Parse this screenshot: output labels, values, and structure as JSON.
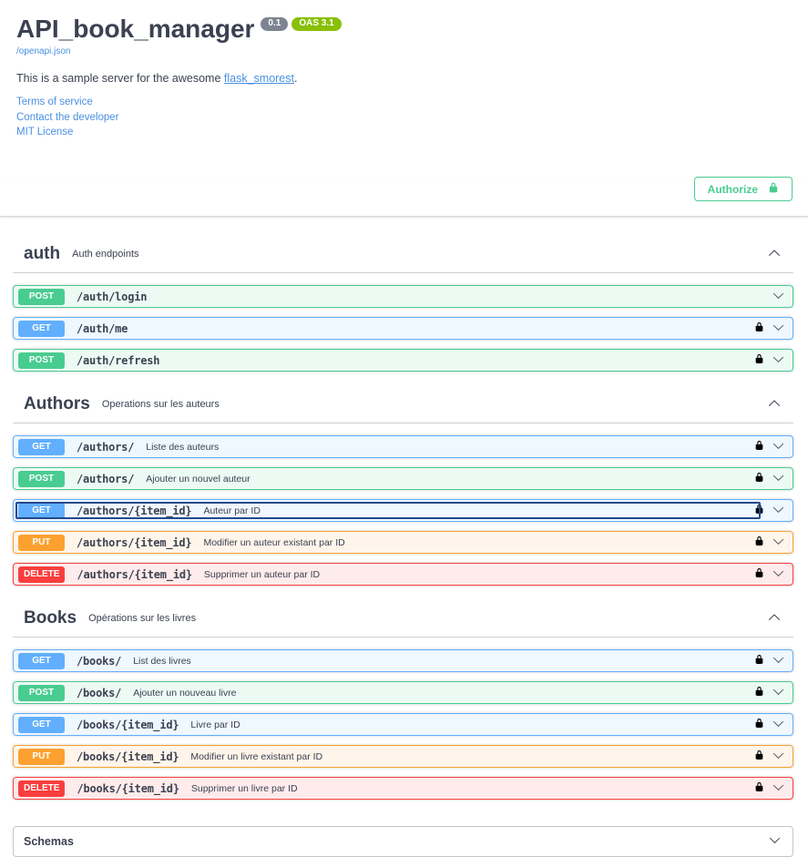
{
  "header": {
    "title": "API_book_manager",
    "version_badge": "0.1",
    "oas_badge": "OAS 3.1",
    "spec_link": "/openapi.json",
    "description_prefix": "This is a sample server for the awesome ",
    "description_link": "flask_smorest",
    "description_suffix": ".",
    "links": [
      "Terms of service",
      "Contact the developer",
      "MIT License"
    ],
    "authorize_label": "Authorize"
  },
  "sections": [
    {
      "name": "auth",
      "description": "Auth endpoints",
      "expanded": true,
      "operations": [
        {
          "method": "POST",
          "path": "/auth/login",
          "summary": "",
          "lock": false
        },
        {
          "method": "GET",
          "path": "/auth/me",
          "summary": "",
          "lock": true
        },
        {
          "method": "POST",
          "path": "/auth/refresh",
          "summary": "",
          "lock": true
        }
      ]
    },
    {
      "name": "Authors",
      "description": "Operations sur les auteurs",
      "expanded": true,
      "operations": [
        {
          "method": "GET",
          "path": "/authors/",
          "summary": "Liste des auteurs",
          "lock": true
        },
        {
          "method": "POST",
          "path": "/authors/",
          "summary": "Ajouter un nouvel auteur",
          "lock": true
        },
        {
          "method": "GET",
          "path": "/authors/{item_id}",
          "summary": "Auteur par ID",
          "lock": true,
          "focused": true
        },
        {
          "method": "PUT",
          "path": "/authors/{item_id}",
          "summary": "Modifier un auteur existant par ID",
          "lock": true
        },
        {
          "method": "DELETE",
          "path": "/authors/{item_id}",
          "summary": "Supprimer un auteur par ID",
          "lock": true
        }
      ]
    },
    {
      "name": "Books",
      "description": "Opérations sur les livres",
      "expanded": true,
      "operations": [
        {
          "method": "GET",
          "path": "/books/",
          "summary": "List des livres",
          "lock": true
        },
        {
          "method": "POST",
          "path": "/books/",
          "summary": "Ajouter un nouveau livre",
          "lock": true
        },
        {
          "method": "GET",
          "path": "/books/{item_id}",
          "summary": "Livre par ID",
          "lock": true
        },
        {
          "method": "PUT",
          "path": "/books/{item_id}",
          "summary": "Modifier un livre existant par ID",
          "lock": true
        },
        {
          "method": "DELETE",
          "path": "/books/{item_id}",
          "summary": "Supprimer un livre par ID",
          "lock": true
        }
      ]
    }
  ],
  "schemas": {
    "label": "Schemas",
    "expanded": false
  },
  "colors": {
    "get": "#61affe",
    "post": "#49cc90",
    "put": "#fca130",
    "delete": "#f93e3e",
    "text": "#3b4151",
    "link": "#4990e2",
    "authorize_accent": "#49cc90",
    "version_badge_bg": "#7d8492",
    "oas_badge_bg": "#89bf04",
    "focus_ring": "#23498f"
  }
}
